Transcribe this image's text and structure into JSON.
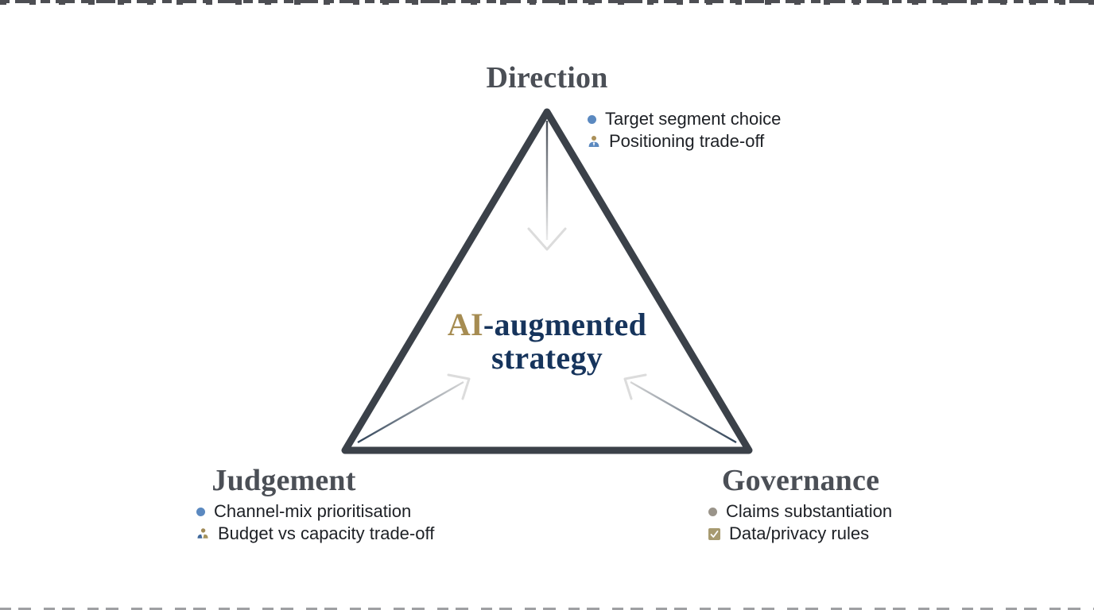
{
  "center_label": {
    "highlight": "AI",
    "tail": "-augmented",
    "line2": "strategy",
    "highlight_color": "#a68c52",
    "text_color": "#16345c"
  },
  "vertices": {
    "direction": {
      "title": "Direction",
      "items": [
        {
          "icon": "dot-icon",
          "label": "Target segment choice"
        },
        {
          "icon": "person-icon",
          "label": "Positioning trade-off"
        }
      ]
    },
    "judgement": {
      "title": "Judgement",
      "items": [
        {
          "icon": "dot-icon",
          "label": "Channel-mix prioritisation"
        },
        {
          "icon": "people-trade-off-icon",
          "label": "Budget vs capacity trade-off"
        }
      ]
    },
    "governance": {
      "title": "Governance",
      "items": [
        {
          "icon": "dot-icon",
          "label": "Claims substantiation"
        },
        {
          "icon": "checked-checkbox-icon",
          "label": "Data/privacy rules"
        }
      ]
    }
  },
  "colors": {
    "triangle_stroke": "#3b4149",
    "heading_text": "#4b4f56",
    "body_text": "#1d2025",
    "bullet_blue": "#5b89c0",
    "bullet_taupe": "#9a948a",
    "icon_gold": "#a68c52",
    "checkbox_tan": "#a79a70",
    "center_navy": "#16345c",
    "center_gold": "#a68c52",
    "arrow_dark_navy": "#2f4257",
    "arrow_light": "#dcdcdc"
  }
}
